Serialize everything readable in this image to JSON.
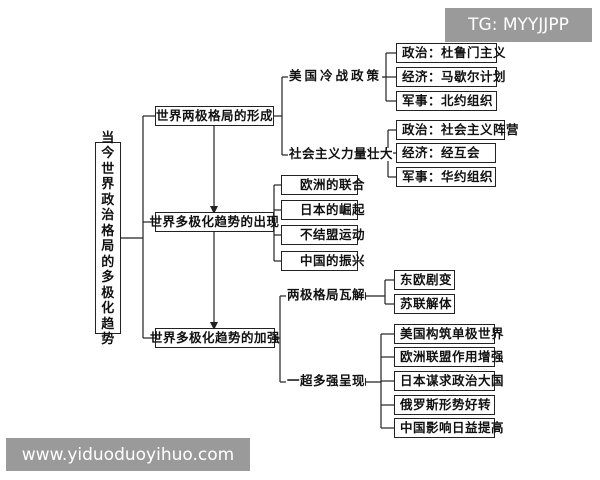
{
  "watermarks": {
    "top_right": "TG: MYYJJPP",
    "bottom_left": "www.yiduoduoyihuo.com"
  },
  "root": {
    "chars": [
      "当",
      "今",
      "世",
      "界",
      "政",
      "治",
      "格",
      "局",
      "的",
      "多",
      "极",
      "化",
      "趋",
      "势"
    ]
  },
  "level1": {
    "formation": "世界两极格局的形成",
    "emergence": "世界多极化趋势的出现",
    "strengthening": "世界多极化趋势的加强"
  },
  "level2": {
    "us_policy": "美国冷战政策",
    "socialist": "社会主义力量壮大",
    "europe": "欧洲的联合",
    "japan": "日本的崛起",
    "nonaligned": "不结盟运动",
    "china": "中国的振兴",
    "bipolar_collapse": "两极格局瓦解",
    "one_super": "一超多强呈现"
  },
  "level3": {
    "us_political": "政治：杜鲁门主义",
    "us_economic": "经济：马歇尔计划",
    "us_military": "军事：北约组织",
    "soc_political": "政治：社会主义阵营",
    "soc_economic": "经济：经互会",
    "soc_military": "军事：华约组织",
    "east_europe": "东欧剧变",
    "soviet": "苏联解体",
    "us_single": "美国构筑单极世界",
    "eu_role": "欧洲联盟作用增强",
    "japan_power": "日本谋求政治大国",
    "russia": "俄罗斯形势好转",
    "china_influence": "中国影响日益提高"
  }
}
